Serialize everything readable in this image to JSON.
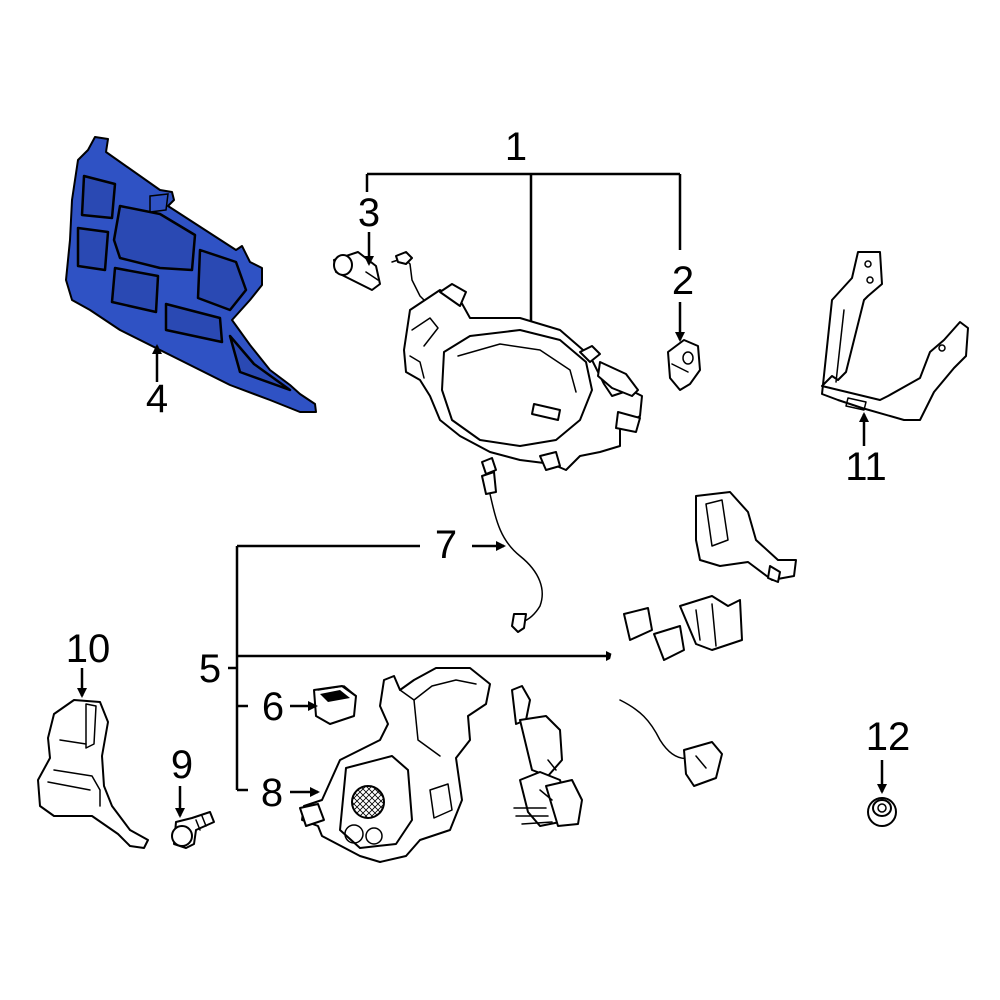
{
  "highlight_color": "#2f52c4",
  "callouts": {
    "c1": "1",
    "c2": "2",
    "c3": "3",
    "c4": "4",
    "c5": "5",
    "c6": "6",
    "c7": "7",
    "c8": "8",
    "c9": "9",
    "c10": "10",
    "c11": "11",
    "c12": "12"
  }
}
